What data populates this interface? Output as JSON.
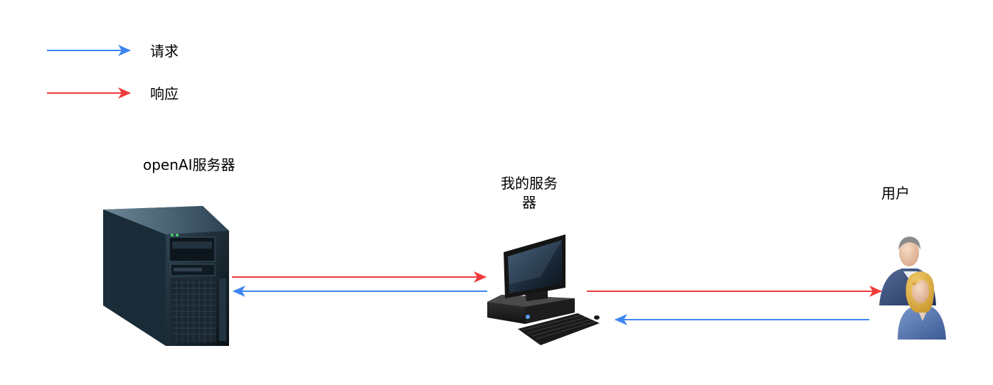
{
  "legend": {
    "request_label": "请求",
    "response_label": "响应"
  },
  "nodes": {
    "openai_server": "openAI服务器",
    "my_server": "我的服务器",
    "user": "用户"
  },
  "colors": {
    "request": "#3d85f0",
    "response": "#f03a3a",
    "text": "#000000"
  },
  "icons": {
    "openai_server": "tower-server-icon",
    "my_server": "desktop-computer-icon",
    "user": "users-icon"
  }
}
